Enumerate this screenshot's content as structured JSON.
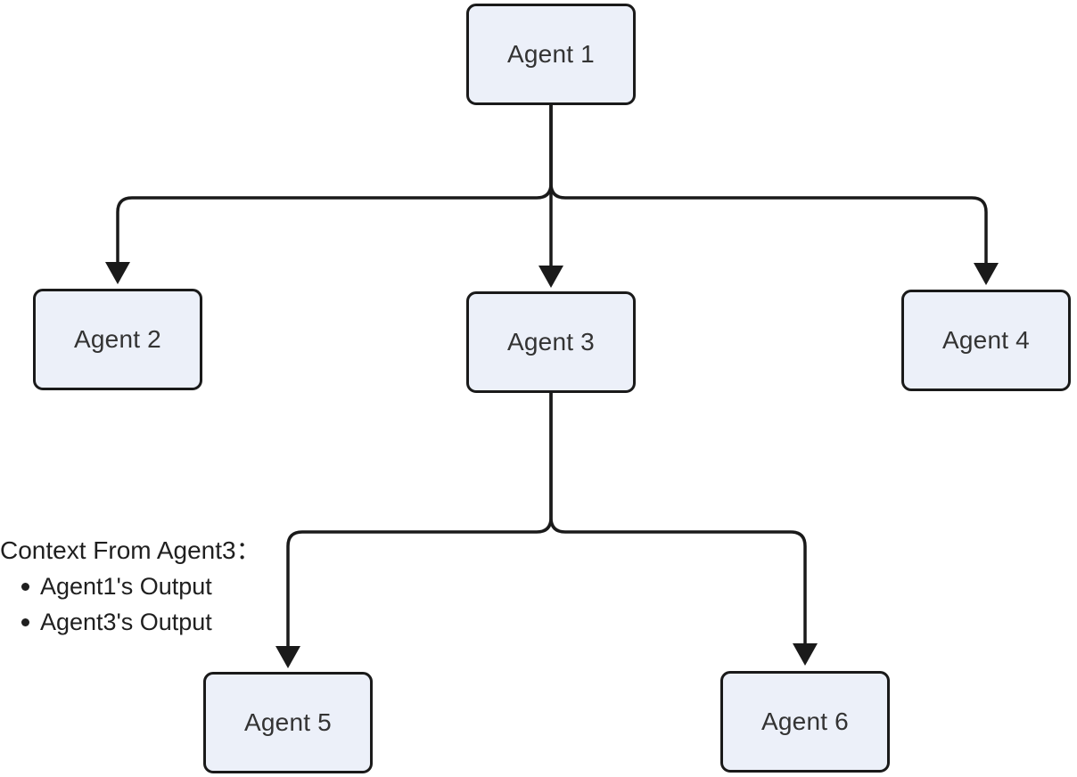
{
  "diagram": {
    "type": "flowchart-tree",
    "nodes": [
      {
        "id": "agent1",
        "label": "Agent 1"
      },
      {
        "id": "agent2",
        "label": "Agent 2"
      },
      {
        "id": "agent3",
        "label": "Agent 3"
      },
      {
        "id": "agent4",
        "label": "Agent 4"
      },
      {
        "id": "agent5",
        "label": "Agent 5"
      },
      {
        "id": "agent6",
        "label": "Agent 6"
      }
    ],
    "edges": [
      {
        "from": "Agent 1",
        "to": "Agent 2"
      },
      {
        "from": "Agent 1",
        "to": "Agent 3"
      },
      {
        "from": "Agent 1",
        "to": "Agent 4"
      },
      {
        "from": "Agent 3",
        "to": "Agent 5"
      },
      {
        "from": "Agent 3",
        "to": "Agent 6"
      }
    ],
    "annotation": {
      "title": "Context From Agent3：",
      "items": [
        "Agent1's Output",
        "Agent3's Output"
      ]
    },
    "colors": {
      "background": "#ffffff",
      "node_fill": "#ecf0f9",
      "node_border": "#1a1a1a",
      "node_text": "#333333",
      "edge": "#1a1a1a",
      "annotation_text": "#1f1f1f"
    }
  }
}
